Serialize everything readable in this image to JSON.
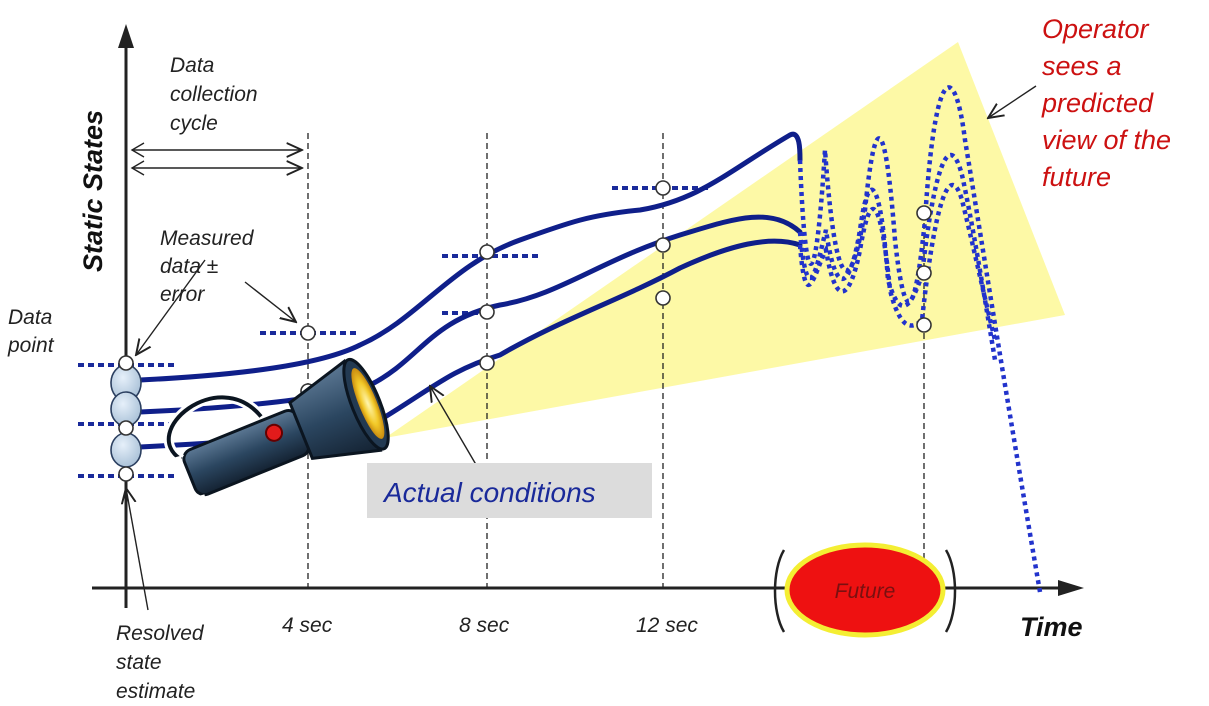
{
  "axes": {
    "y_title": "Static States",
    "x_title": "Time",
    "ticks": [
      "4 sec",
      "8 sec",
      "12 sec"
    ]
  },
  "labels": {
    "cycle": [
      "Data",
      "collection",
      "cycle"
    ],
    "measured": [
      "Measured",
      "data ±",
      "error"
    ],
    "data_point": [
      "Data",
      "point"
    ],
    "resolved": [
      "Resolved",
      "state",
      "estimate"
    ],
    "actual": "Actual conditions",
    "operator": [
      "Operator",
      "sees a",
      "predicted",
      "view of the",
      "future"
    ],
    "future": "Future"
  },
  "colors": {
    "curve": "#0f1f8a",
    "forecast": "#2233cc",
    "beam": "#fdf9a6",
    "operator_text": "#cc1111",
    "future_fill": "#ee1111",
    "future_ring": "#f4ee33",
    "flashlight_body": "#2b4660"
  },
  "icons": {
    "flashlight": "flashlight-icon"
  }
}
